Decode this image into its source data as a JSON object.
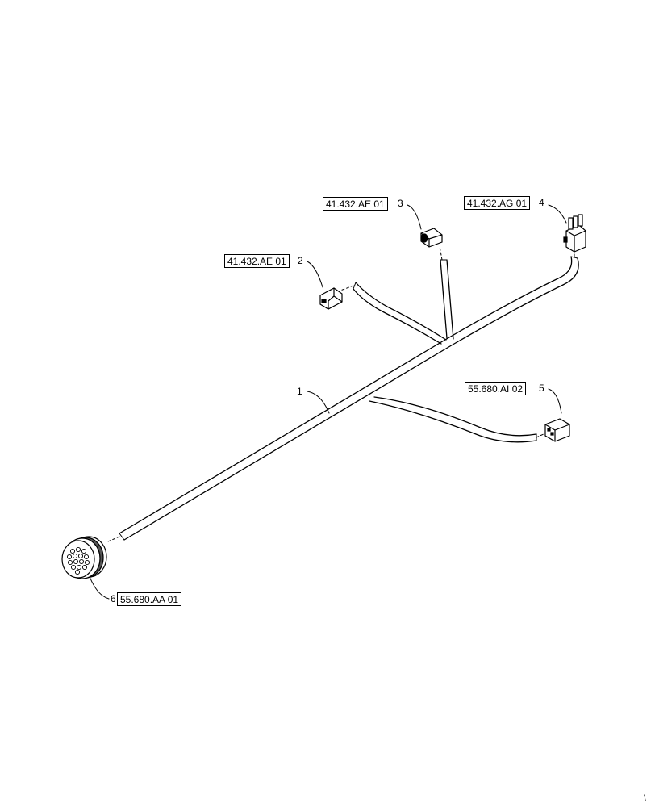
{
  "callouts": [
    {
      "number": "1",
      "reference": ""
    },
    {
      "number": "2",
      "reference": "41.432.AE 01"
    },
    {
      "number": "3",
      "reference": "41.432.AE 01"
    },
    {
      "number": "4",
      "reference": "41.432.AG 01"
    },
    {
      "number": "5",
      "reference": "55.680.AI 02"
    },
    {
      "number": "6",
      "reference": "55.680.AA 01"
    }
  ],
  "corner_mark": "\\"
}
